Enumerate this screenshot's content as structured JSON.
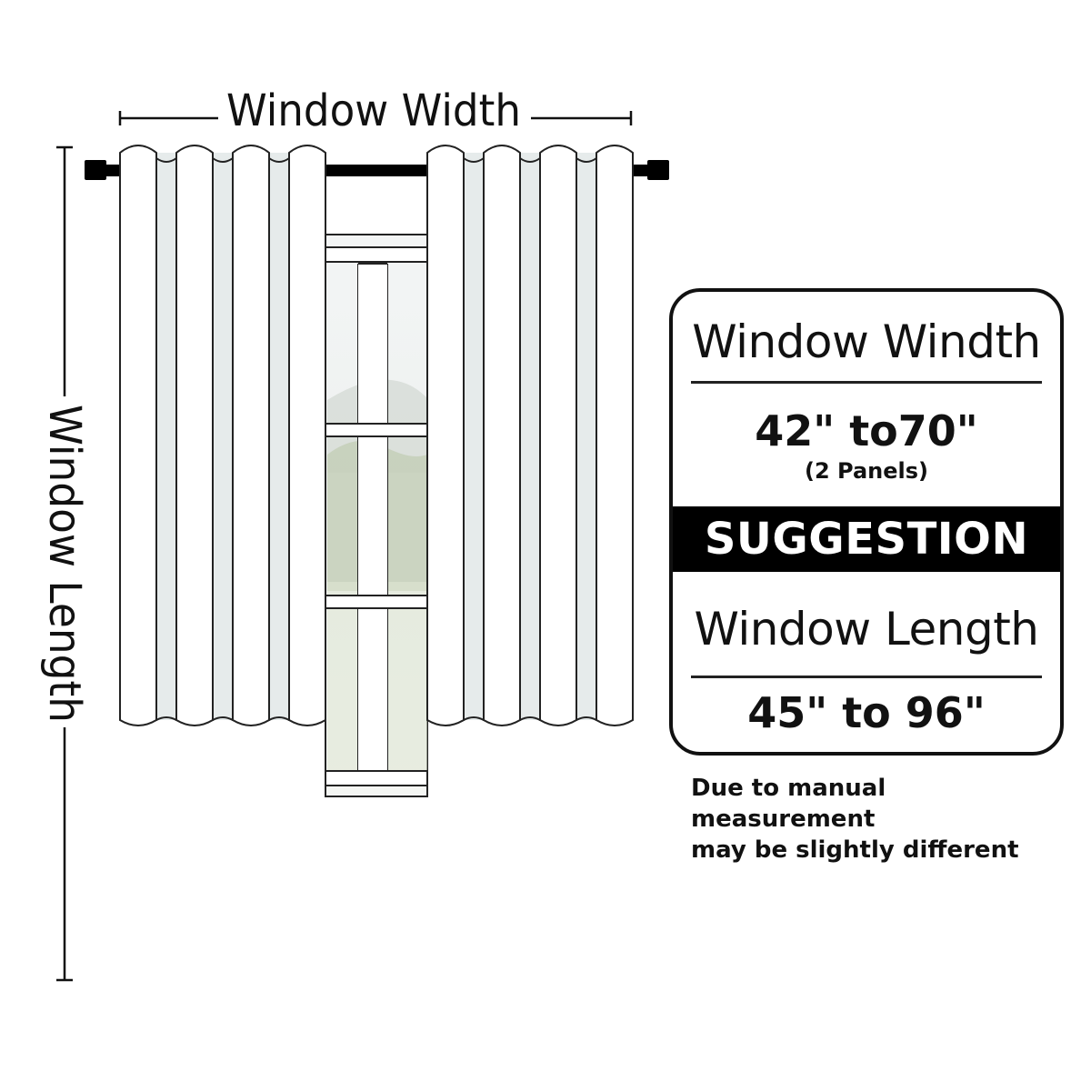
{
  "diagram": {
    "width_label": "Window Width",
    "length_label": "Window Length"
  },
  "suggestion_card": {
    "width_title": "Window Windth",
    "width_value": "42\" to70\"",
    "width_note": "(2 Panels)",
    "banner": "SUGGESTION",
    "length_title": "Window Length",
    "length_value": "45\" to 96\""
  },
  "disclaimer": {
    "line1": "Due to manual measurement",
    "line2": "may be slightly different"
  },
  "colors": {
    "ink": "#111111",
    "curtain_fabric": "#ffffff",
    "curtain_fold": "#e6ebeb",
    "banner_bg": "#000000",
    "banner_text": "#ffffff",
    "window_sky": "#eef2f1",
    "window_foliage": "#c9d4bf"
  }
}
